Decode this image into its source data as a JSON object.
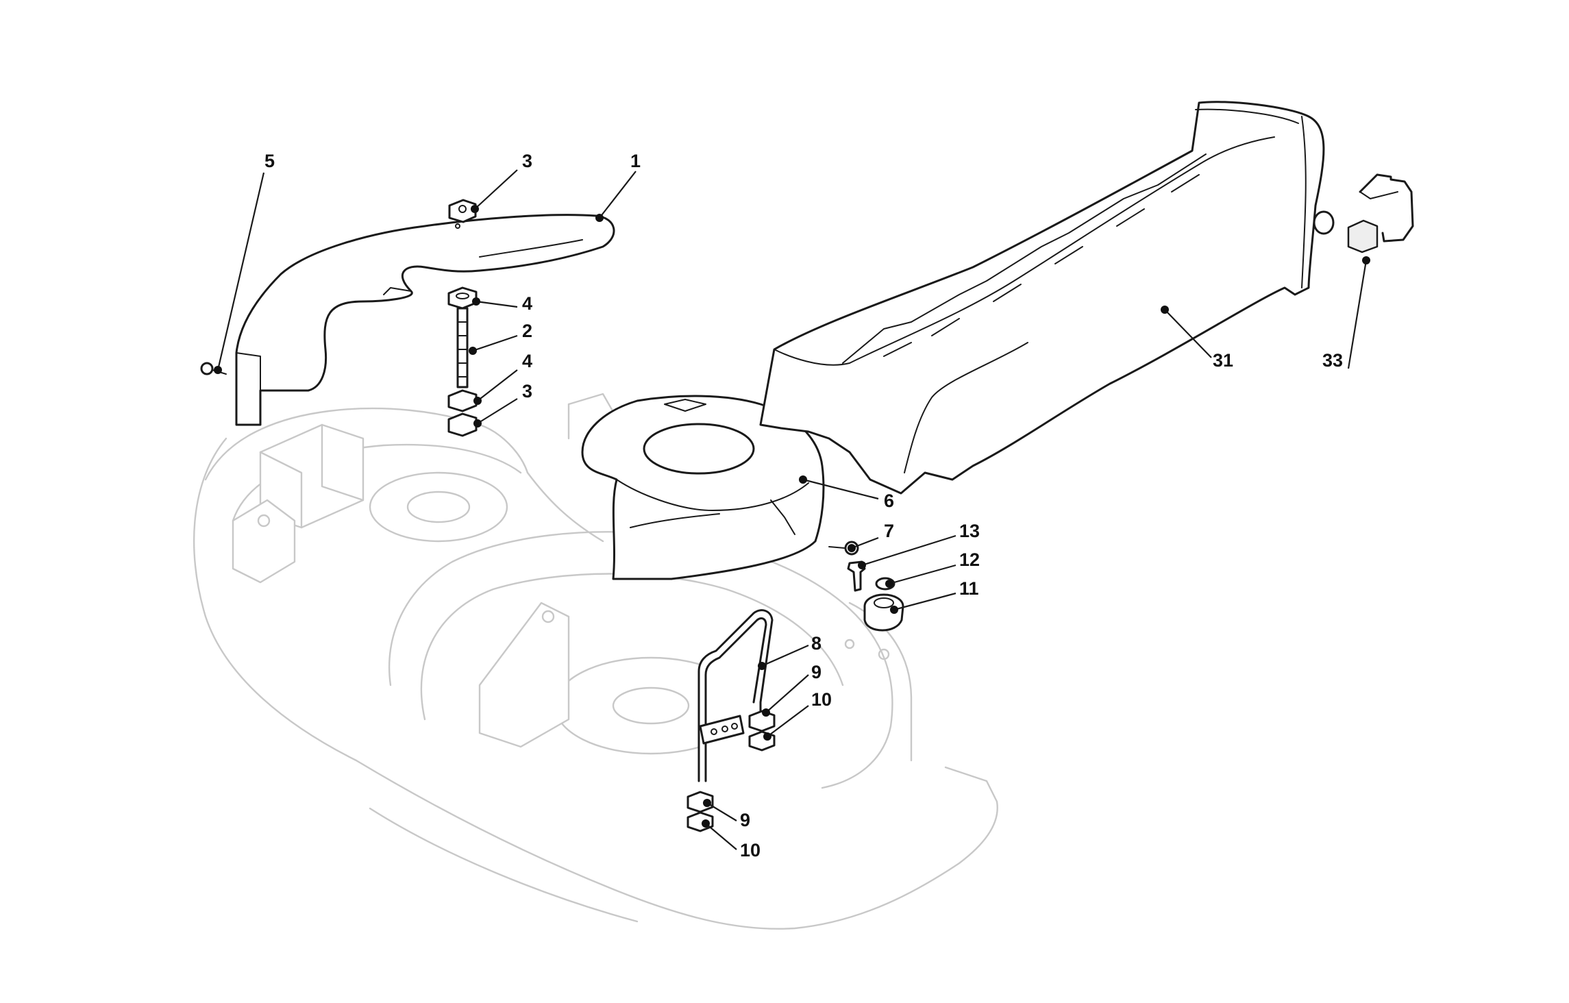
{
  "diagram": {
    "background": "#ffffff",
    "line_color": "#1a1a1a",
    "ghost_color": "#c8c8c8",
    "callouts": [
      {
        "id": "c-1",
        "label": "1"
      },
      {
        "id": "c-2",
        "label": "2"
      },
      {
        "id": "c-3a",
        "label": "3"
      },
      {
        "id": "c-3b",
        "label": "3"
      },
      {
        "id": "c-4a",
        "label": "4"
      },
      {
        "id": "c-4b",
        "label": "4"
      },
      {
        "id": "c-5",
        "label": "5"
      },
      {
        "id": "c-6",
        "label": "6"
      },
      {
        "id": "c-7",
        "label": "7"
      },
      {
        "id": "c-8",
        "label": "8"
      },
      {
        "id": "c-9a",
        "label": "9"
      },
      {
        "id": "c-9b",
        "label": "9"
      },
      {
        "id": "c-10a",
        "label": "10"
      },
      {
        "id": "c-10b",
        "label": "10"
      },
      {
        "id": "c-11",
        "label": "11"
      },
      {
        "id": "c-12",
        "label": "12"
      },
      {
        "id": "c-13",
        "label": "13"
      },
      {
        "id": "c-31",
        "label": "31"
      },
      {
        "id": "c-33",
        "label": "33"
      }
    ]
  }
}
